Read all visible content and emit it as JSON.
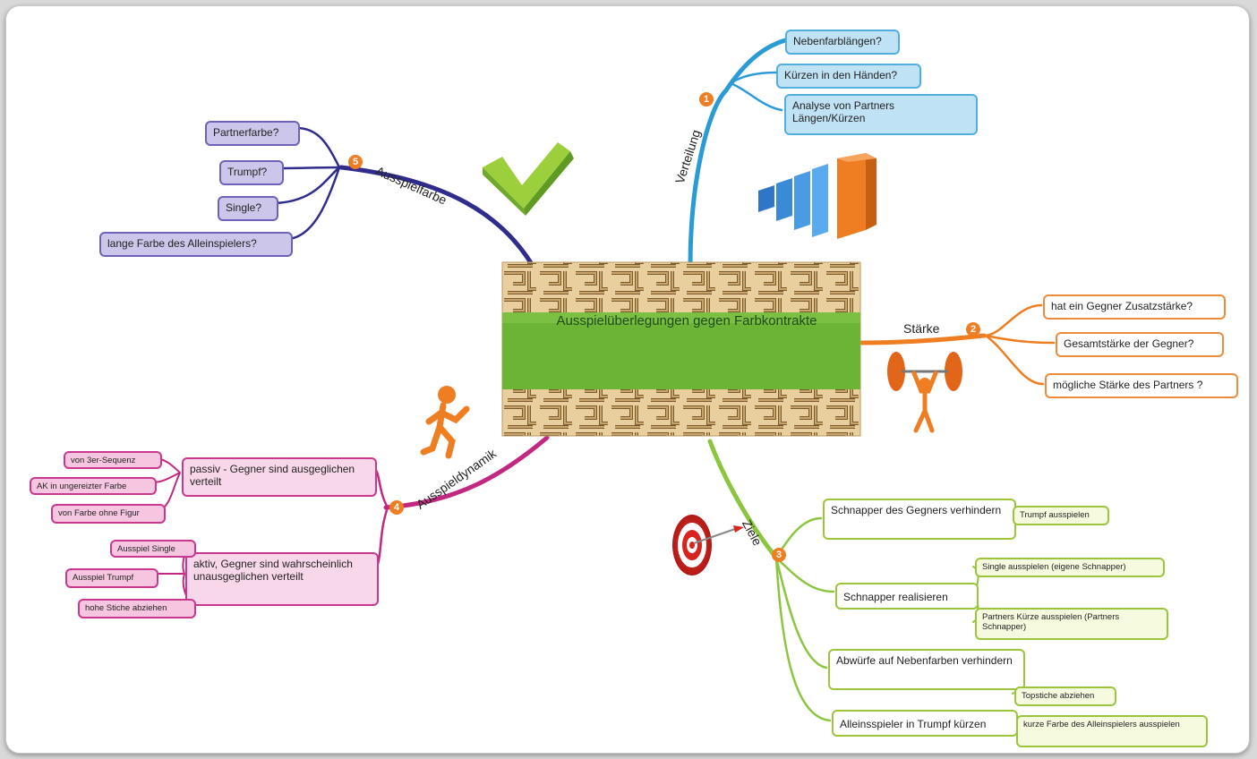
{
  "center": {
    "title": "Ausspielüberlegungen gegen Farbkontrakte"
  },
  "branches": {
    "verteilung": {
      "number": "1",
      "label": "Verteilung",
      "items": [
        "Nebenfarblängen?",
        "Kürzen in den Händen?",
        "Analyse von Partners Längen/Kürzen"
      ]
    },
    "staerke": {
      "number": "2",
      "label": "Stärke",
      "items": [
        "hat ein Gegner Zusatzstärke?",
        "Gesamtstärke der Gegner?",
        "mögliche Stärke des Partners ?"
      ]
    },
    "ziele": {
      "number": "3",
      "label": "Ziele",
      "items": [
        {
          "label": "Schnapper des Gegners verhindern",
          "children": [
            "Trumpf ausspielen"
          ]
        },
        {
          "label": "Schnapper realisieren",
          "children": [
            "Single ausspielen (eigene Schnapper)",
            "Partners Kürze ausspielen (Partners Schnapper)"
          ]
        },
        {
          "label": "Abwürfe auf Nebenfarben verhindern",
          "children": [
            "Topstiche abziehen"
          ]
        },
        {
          "label": "Alleinsspieler in Trumpf kürzen",
          "children": [
            "kurze Farbe des Alleinspielers ausspielen"
          ]
        }
      ]
    },
    "ausspieldynamik": {
      "number": "4",
      "label": "Ausspieldynamik",
      "items": [
        {
          "label": "passiv - Gegner sind ausgeglichen verteilt",
          "children": [
            "von 3er-Sequenz",
            "AK in ungereizter Farbe",
            "von Farbe ohne Figur"
          ]
        },
        {
          "label": "aktiv, Gegner sind wahrscheinlich unausgeglichen verteilt",
          "children": [
            "Ausspiel Single",
            "Ausspiel Trumpf",
            "hohe Stiche abziehen"
          ]
        }
      ]
    },
    "ausspielfarbe": {
      "number": "5",
      "label": "Ausspielfarbe",
      "items": [
        "Partnerfarbe?",
        "Trumpf?",
        "Single?",
        "lange Farbe des Alleinspielers?"
      ]
    }
  },
  "colors": {
    "verteilung": "#2b9bd8",
    "staerke": "#ef7d22",
    "ziele": "#8cc63f",
    "ausspieldynamik": "#c2287f",
    "ausspielfarbe": "#302c8e",
    "center_band": "#6cb436",
    "maze": "#e9cf9e"
  },
  "icons": [
    "checkmark-icon",
    "bar-chart-icon",
    "weightlifter-icon",
    "runner-icon",
    "target-icon"
  ]
}
